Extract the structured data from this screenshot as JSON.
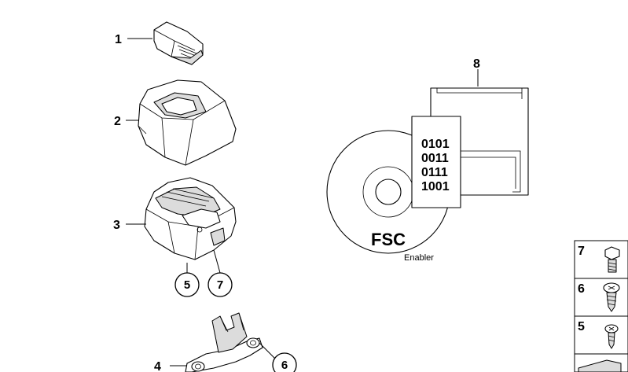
{
  "callouts": {
    "c1": "1",
    "c2": "2",
    "c3": "3",
    "c4": "4",
    "c8": "8",
    "circle_5": "5",
    "circle_7": "7",
    "circle_6": "6"
  },
  "software": {
    "binary_lines": [
      "0101",
      "0011",
      "0111",
      "1001"
    ],
    "disc_label": "FSC",
    "disc_sublabel": "Enabler"
  },
  "fastener_panel": {
    "item_7": "7",
    "item_6": "6",
    "item_5": "5"
  }
}
